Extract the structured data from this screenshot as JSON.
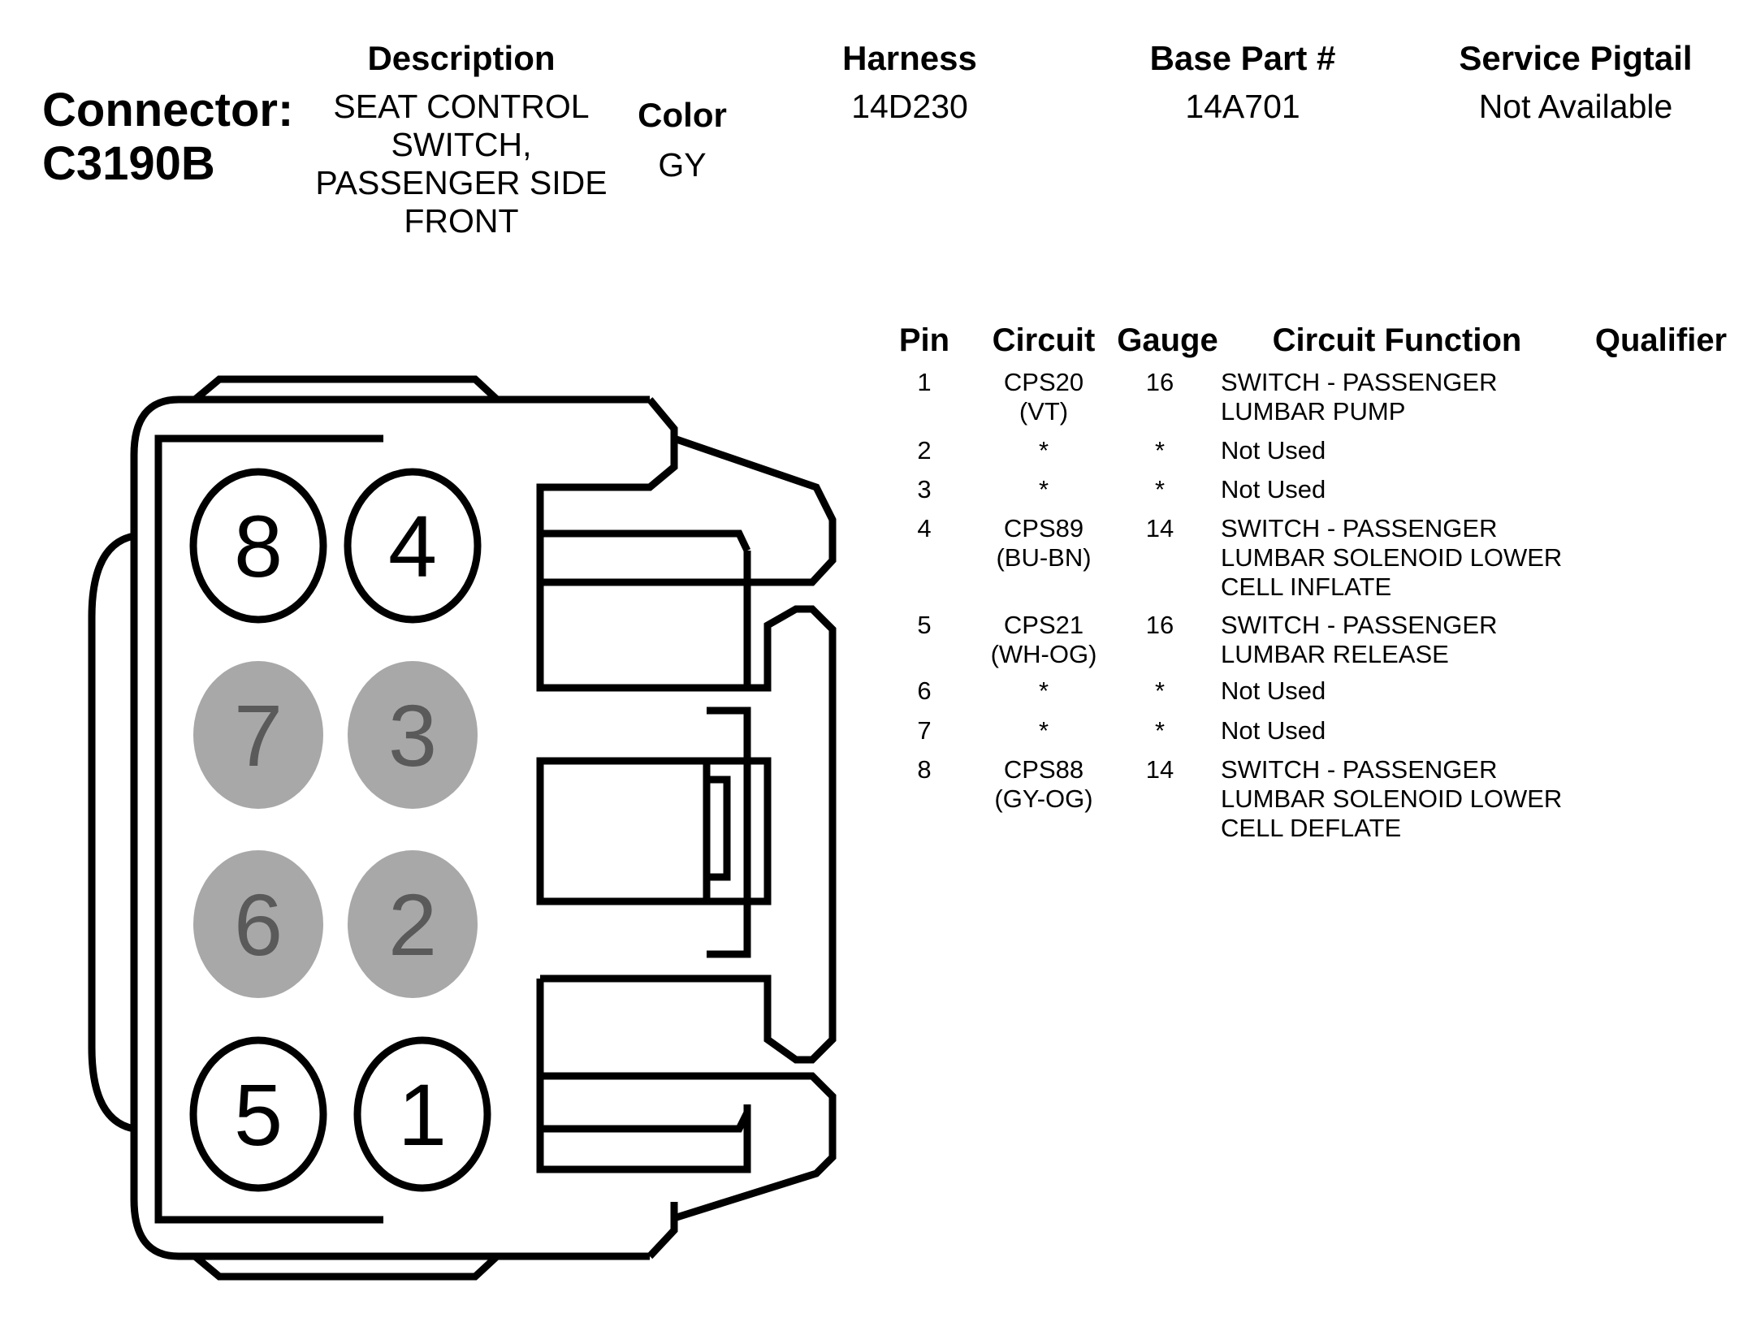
{
  "connector": {
    "label": "Connector:",
    "id": "C3190B"
  },
  "header": {
    "description": {
      "heading": "Description",
      "lines": [
        "SEAT CONTROL",
        "SWITCH,",
        "PASSENGER SIDE",
        "FRONT"
      ]
    },
    "color": {
      "heading": "Color",
      "value": "GY"
    },
    "harness": {
      "heading": "Harness",
      "value": "14D230"
    },
    "base_part": {
      "heading": "Base Part #",
      "value": "14A701"
    },
    "service_pigtail": {
      "heading": "Service Pigtail",
      "value": "Not Available"
    }
  },
  "table": {
    "columns": {
      "pin": "Pin",
      "circuit": "Circuit",
      "gauge": "Gauge",
      "function": "Circuit Function",
      "qualifier": "Qualifier"
    },
    "rows": [
      {
        "pin": "1",
        "circuit": [
          "CPS20",
          "(VT)"
        ],
        "gauge": "16",
        "function": [
          "SWITCH - PASSENGER",
          "LUMBAR PUMP"
        ]
      },
      {
        "pin": "2",
        "circuit": [
          "*"
        ],
        "gauge": "*",
        "function": [
          "Not Used"
        ]
      },
      {
        "pin": "3",
        "circuit": [
          "*"
        ],
        "gauge": "*",
        "function": [
          "Not Used"
        ]
      },
      {
        "pin": "4",
        "circuit": [
          "CPS89",
          "(BU-BN)"
        ],
        "gauge": "14",
        "function": [
          "SWITCH - PASSENGER",
          "LUMBAR SOLENOID LOWER",
          "CELL INFLATE"
        ]
      },
      {
        "pin": "5",
        "circuit": [
          "CPS21",
          "(WH-OG)"
        ],
        "gauge": "16",
        "function": [
          "SWITCH - PASSENGER",
          "LUMBAR RELEASE"
        ]
      },
      {
        "pin": "6",
        "circuit": [
          "*"
        ],
        "gauge": "*",
        "function": [
          "Not Used"
        ]
      },
      {
        "pin": "7",
        "circuit": [
          "*"
        ],
        "gauge": "*",
        "function": [
          "Not Used"
        ]
      },
      {
        "pin": "8",
        "circuit": [
          "CPS88",
          "(GY-OG)"
        ],
        "gauge": "14",
        "function": [
          "SWITCH - PASSENGER",
          "LUMBAR SOLENOID LOWER",
          "CELL DEFLATE"
        ]
      }
    ]
  },
  "diagram": {
    "pins": [
      {
        "label": "8",
        "used": true
      },
      {
        "label": "4",
        "used": true
      },
      {
        "label": "7",
        "used": false
      },
      {
        "label": "3",
        "used": false
      },
      {
        "label": "6",
        "used": false
      },
      {
        "label": "2",
        "used": false
      },
      {
        "label": "5",
        "used": true
      },
      {
        "label": "1",
        "used": true
      }
    ],
    "colors": {
      "used_fill": "#ffffff",
      "unused_fill": "#a8a8a8",
      "unused_text": "#5a5a5a",
      "stroke": "#000000"
    }
  }
}
